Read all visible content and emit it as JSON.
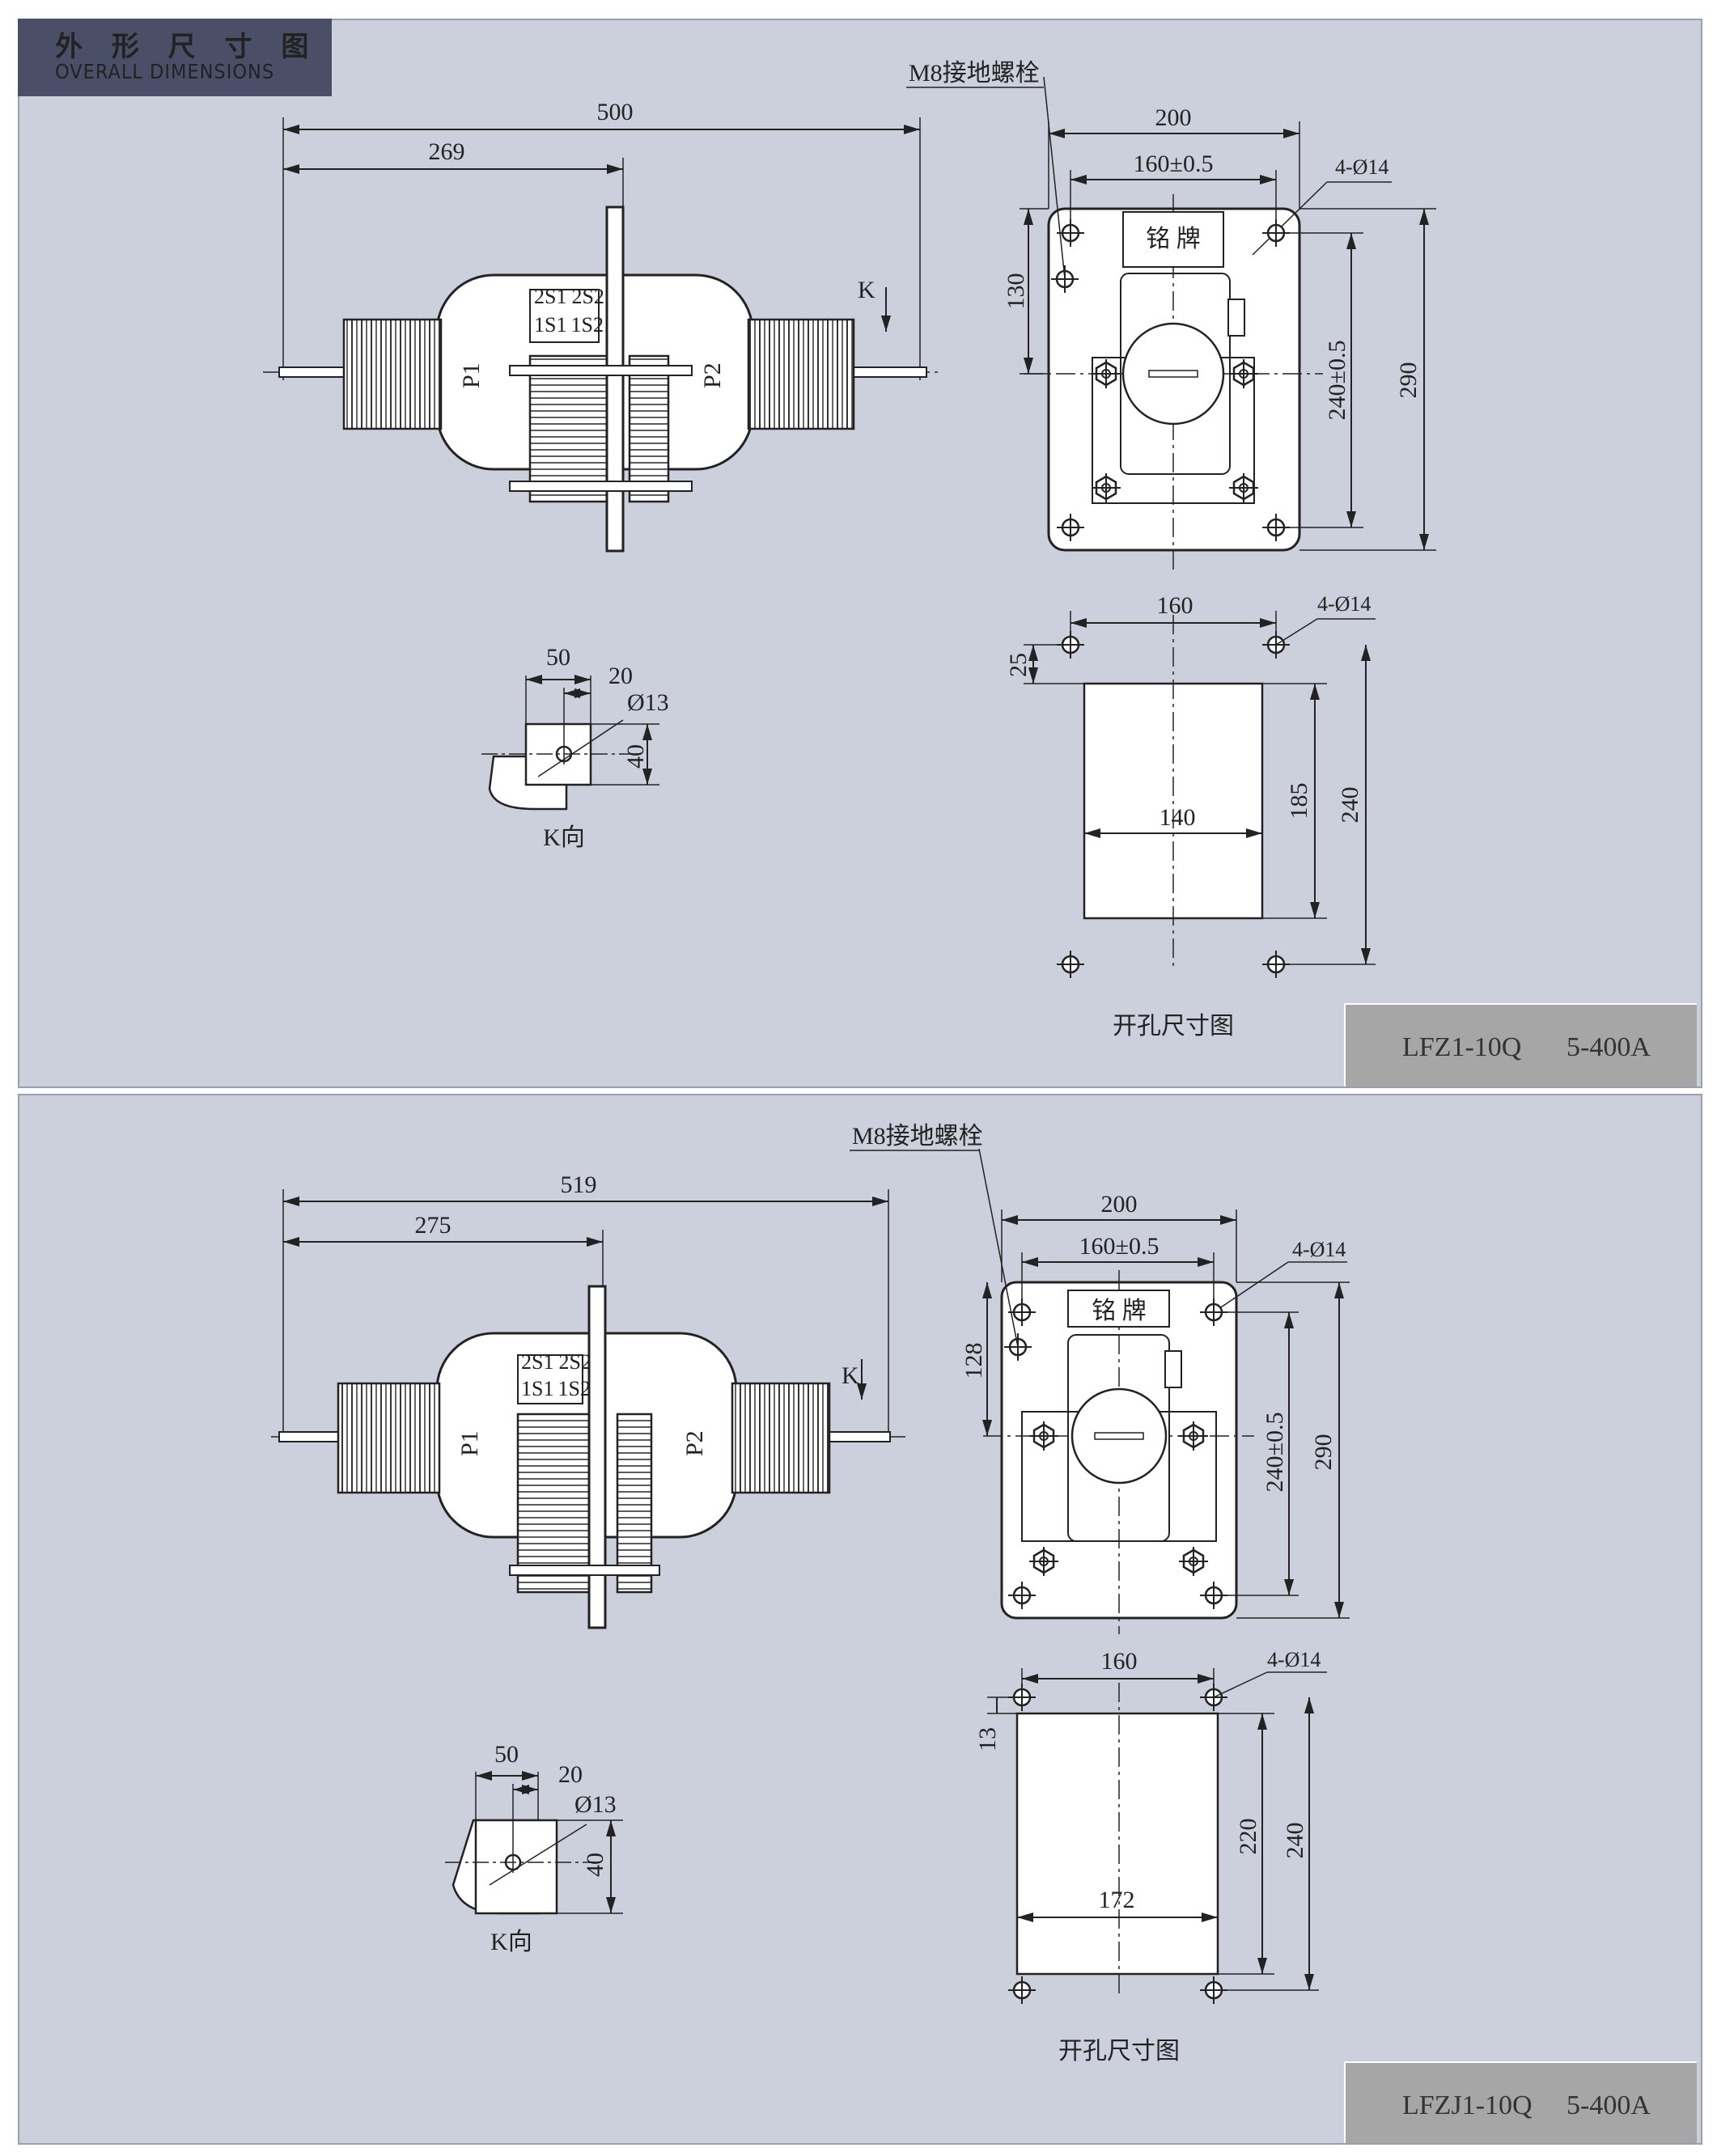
{
  "header": {
    "title_cn": "外 形 尺 寸 图",
    "title_en": "OVERALL DIMENSIONS"
  },
  "colors": {
    "panel_bg": "#ccd0dc",
    "header_bg": "#4a4e66",
    "model_bg": "#a6a6a6"
  },
  "top": {
    "model": "LFZ1-10Q",
    "rating": "5-400A",
    "side_view": {
      "dim_total": "500",
      "dim_flange": "269",
      "p1": "P1",
      "p2": "P2",
      "k_arrow": "K",
      "terminal_marks": [
        "2S1",
        "2S2",
        "1S1",
        "1S2"
      ]
    },
    "end_view": {
      "bolt_label": "M8接地螺栓",
      "dim_width": "200",
      "dim_holes": "160±0.5",
      "holes": "4-Ø14",
      "dim_bolt_height": "130",
      "dim_hole_vertical": "240±0.5",
      "dim_height": "290",
      "nameplate": "铭  牌"
    },
    "k_view": {
      "dim_a": "50",
      "dim_b": "20",
      "dim_hole": "Ø13",
      "dim_height": "40",
      "caption": "K向"
    },
    "cutout": {
      "dim_holes": "160",
      "holes": "4-Ø14",
      "dim_offset": "25",
      "dim_width": "140",
      "dim_cut_height": "185",
      "dim_hole_vertical": "240",
      "caption": "开孔尺寸图"
    }
  },
  "bottom": {
    "model": "LFZJ1-10Q",
    "rating": "5-400A",
    "side_view": {
      "dim_total": "519",
      "dim_flange": "275",
      "p1": "P1",
      "p2": "P2",
      "k_arrow": "K",
      "terminal_marks": [
        "2S1",
        "2S2",
        "1S1",
        "1S2"
      ]
    },
    "end_view": {
      "bolt_label": "M8接地螺栓",
      "dim_width": "200",
      "dim_holes": "160±0.5",
      "holes": "4-Ø14",
      "dim_bolt_height": "128",
      "dim_hole_vertical": "240±0.5",
      "dim_height": "290",
      "nameplate": "铭  牌"
    },
    "k_view": {
      "dim_a": "50",
      "dim_b": "20",
      "dim_hole": "Ø13",
      "dim_height": "40",
      "caption": "K向"
    },
    "cutout": {
      "dim_holes": "160",
      "holes": "4-Ø14",
      "dim_offset": "13",
      "dim_width": "172",
      "dim_cut_height": "220",
      "dim_hole_vertical": "240",
      "caption": "开孔尺寸图"
    }
  }
}
